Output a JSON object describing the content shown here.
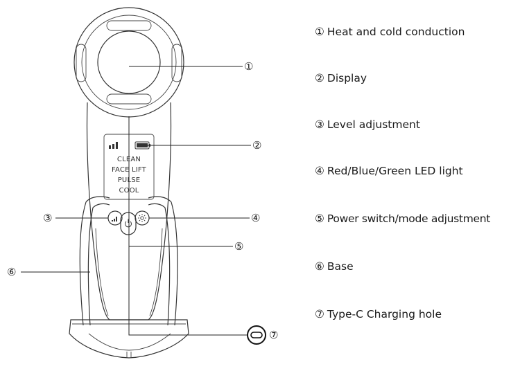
{
  "device_labels": {
    "lcd_modes": [
      "CLEAN",
      "FACE LIFT",
      "PULSE",
      "COOL"
    ]
  },
  "callouts": [
    {
      "num": "①",
      "text": "Heat and cold conduction"
    },
    {
      "num": "②",
      "text": "Display"
    },
    {
      "num": "③",
      "text": "Level adjustment"
    },
    {
      "num": "④",
      "text": "Red/Blue/Green LED light"
    },
    {
      "num": "⑤",
      "text": "Power switch/mode adjustment"
    },
    {
      "num": "⑥",
      "text": "Base"
    },
    {
      "num": "⑦",
      "text": "Type-C Charging hole"
    }
  ],
  "icons": {
    "level": "signal-bars-icon",
    "led": "sun-icon",
    "power": "power-icon",
    "port": "usb-c-port-icon",
    "battery": "battery-icon"
  }
}
